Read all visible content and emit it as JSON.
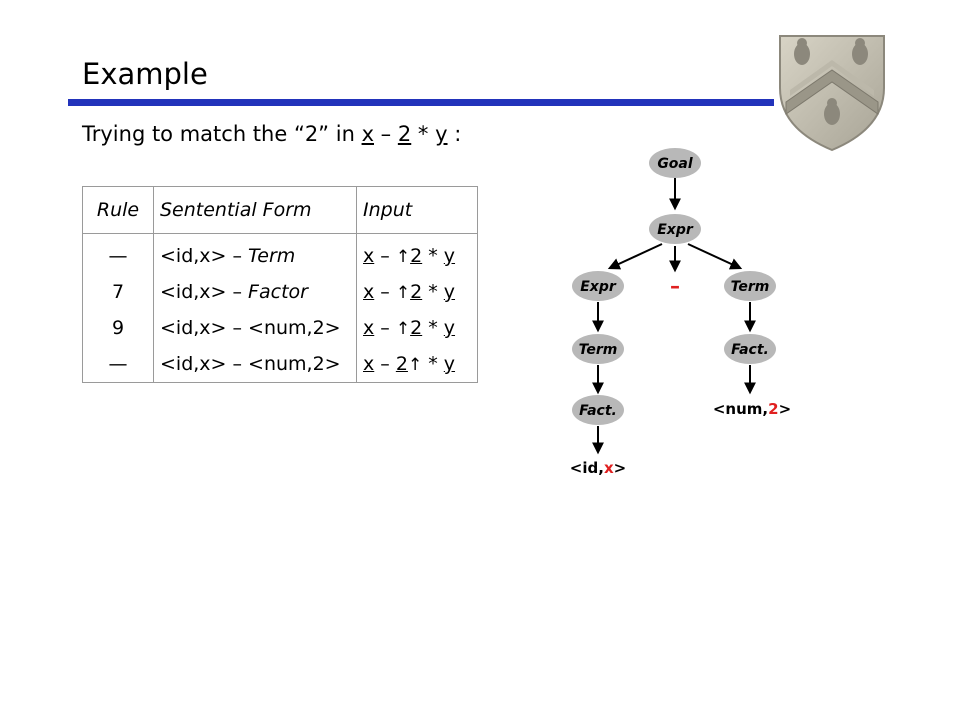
{
  "slide": {
    "title": "Example",
    "subtitle": {
      "prefix": "Trying to match the “2” in ",
      "x": "x",
      "minus": " – ",
      "two": "2",
      "times": " * ",
      "y": "y",
      "suffix": " :"
    }
  },
  "table": {
    "headers": {
      "rule": "Rule",
      "form": "Sentential Form",
      "input": "Input"
    },
    "rows": [
      {
        "rule": "—",
        "form_prefix": "<id,x> – ",
        "form_term": "Term",
        "input_variant": 0
      },
      {
        "rule": "7",
        "form_prefix": "<id,x> – ",
        "form_term": "Factor",
        "input_variant": 0
      },
      {
        "rule": "9",
        "form_prefix": "<id,x> – <num,2>",
        "form_term": "",
        "input_variant": 0
      },
      {
        "rule": "—",
        "form_prefix": "<id,x> – <num,2>",
        "form_term": "",
        "input_variant": 1
      }
    ],
    "input_tokens": {
      "x": "x",
      "minus": " – ",
      "arrow": "↑",
      "two": "2",
      "times": " * ",
      "y": "y"
    }
  },
  "tree": {
    "nodes": {
      "goal": "Goal",
      "expr_top": "Expr",
      "expr_left": "Expr",
      "term_right": "Term",
      "term_left": "Term",
      "fact_right": "Fact.",
      "fact_left": "Fact."
    },
    "minus": "–",
    "leaf_id": {
      "open": "<id,",
      "var": "x",
      "close": ">"
    },
    "leaf_num": {
      "open": "<num,",
      "var": "2",
      "close": ">"
    }
  },
  "colors": {
    "accent_bar": "#2233bb",
    "node_fill": "#b8b8b8",
    "highlight_red": "#e02020",
    "arrow": "#000000"
  }
}
